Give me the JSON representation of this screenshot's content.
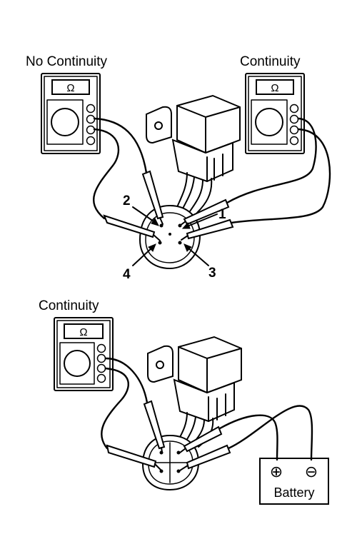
{
  "top": {
    "left_meter": {
      "label": "No Continuity",
      "unit_symbol": "Ω",
      "icon": "ohmmeter-icon"
    },
    "right_meter": {
      "label": "Continuity",
      "unit_symbol": "Ω",
      "icon": "ohmmeter-icon"
    },
    "terminals": [
      "1",
      "2",
      "3",
      "4"
    ]
  },
  "bottom": {
    "meter": {
      "label": "Continuity",
      "unit_symbol": "Ω",
      "icon": "ohmmeter-icon"
    },
    "battery": {
      "label": "Battery",
      "positive": "⊕",
      "negative": "⊖",
      "icon": "battery-icon"
    }
  }
}
